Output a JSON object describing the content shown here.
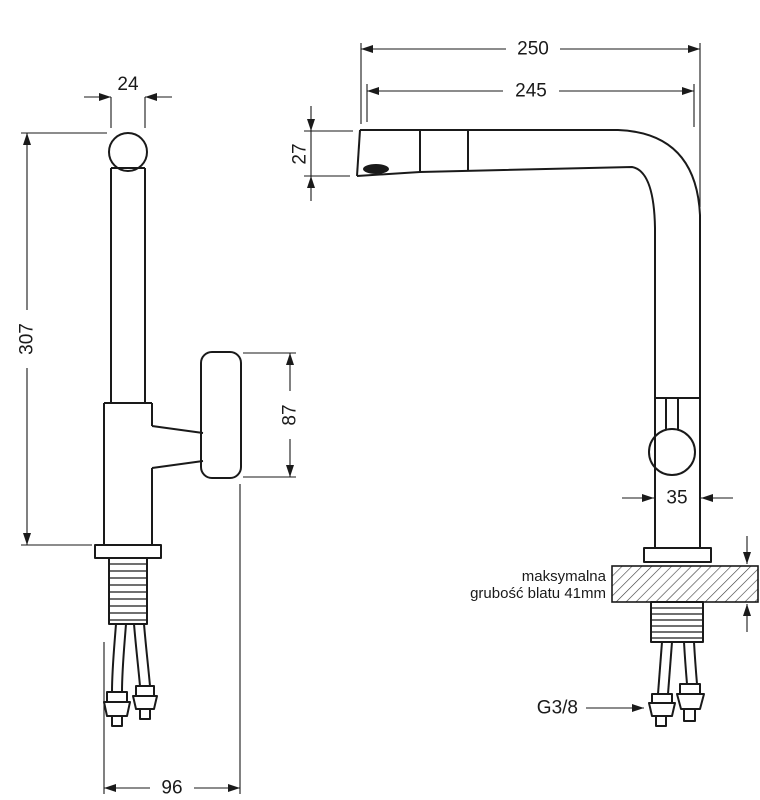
{
  "page": {
    "background": "#ffffff",
    "line_color": "#1a1a1a"
  },
  "drawing": {
    "type": "technical-drawing",
    "subject": "kitchen faucet with pull-out spout, two projection views with dimensions (mm)",
    "dims": {
      "spout_reach_total": "250",
      "spout_reach": "245",
      "pipe_width": "24",
      "spout_height": "27",
      "total_height": "307",
      "handle_length": "87",
      "body_width": "35",
      "base_depth": "96",
      "thread_size": "G3/8",
      "countertop_note_line1": "maksymalna",
      "countertop_note_line2": "grubość blatu 41mm"
    }
  }
}
